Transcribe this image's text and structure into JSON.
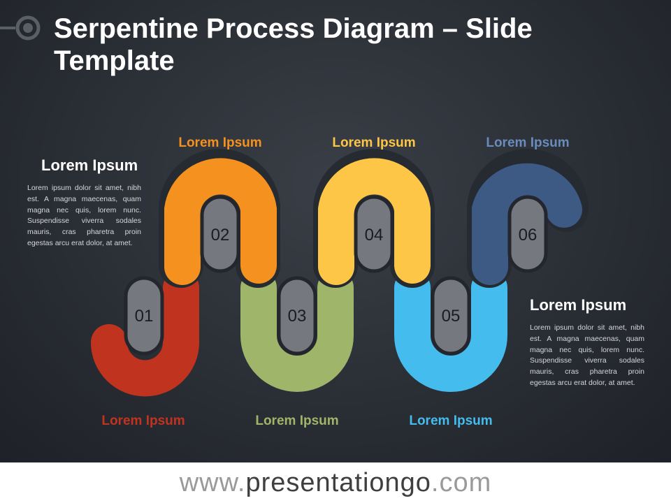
{
  "title": "Serpentine Process Diagram – Slide Template",
  "side_left": {
    "heading": "Lorem Ipsum",
    "body": "Lorem ipsum dolor sit amet, nibh est. A magna maecenas, quam magna nec quis, lorem nunc. Suspendisse viverra sodales mauris, cras pharetra proin egestas arcu erat dolor, at amet."
  },
  "side_right": {
    "heading": "Lorem Ipsum",
    "body": "Lorem ipsum dolor sit amet, nibh est. A magna maecenas, quam magna nec quis, lorem nunc. Suspendisse viverra sodales mauris, cras pharetra proin egestas arcu erat dolor, at amet."
  },
  "steps": [
    {
      "number": "01",
      "label": "Lorem Ipsum",
      "color": "#c0341f"
    },
    {
      "number": "02",
      "label": "Lorem Ipsum",
      "color": "#f5911e"
    },
    {
      "number": "03",
      "label": "Lorem Ipsum",
      "color": "#9fb56a"
    },
    {
      "number": "04",
      "label": "Lorem Ipsum",
      "color": "#fdc646"
    },
    {
      "number": "05",
      "label": "Lorem Ipsum",
      "color": "#45bcee"
    },
    {
      "number": "06",
      "label": "Lorem Ipsum",
      "color": "#3c5a84"
    }
  ],
  "footer": {
    "prefix": "www.",
    "brand": "presentationgo",
    "suffix": ".com"
  }
}
